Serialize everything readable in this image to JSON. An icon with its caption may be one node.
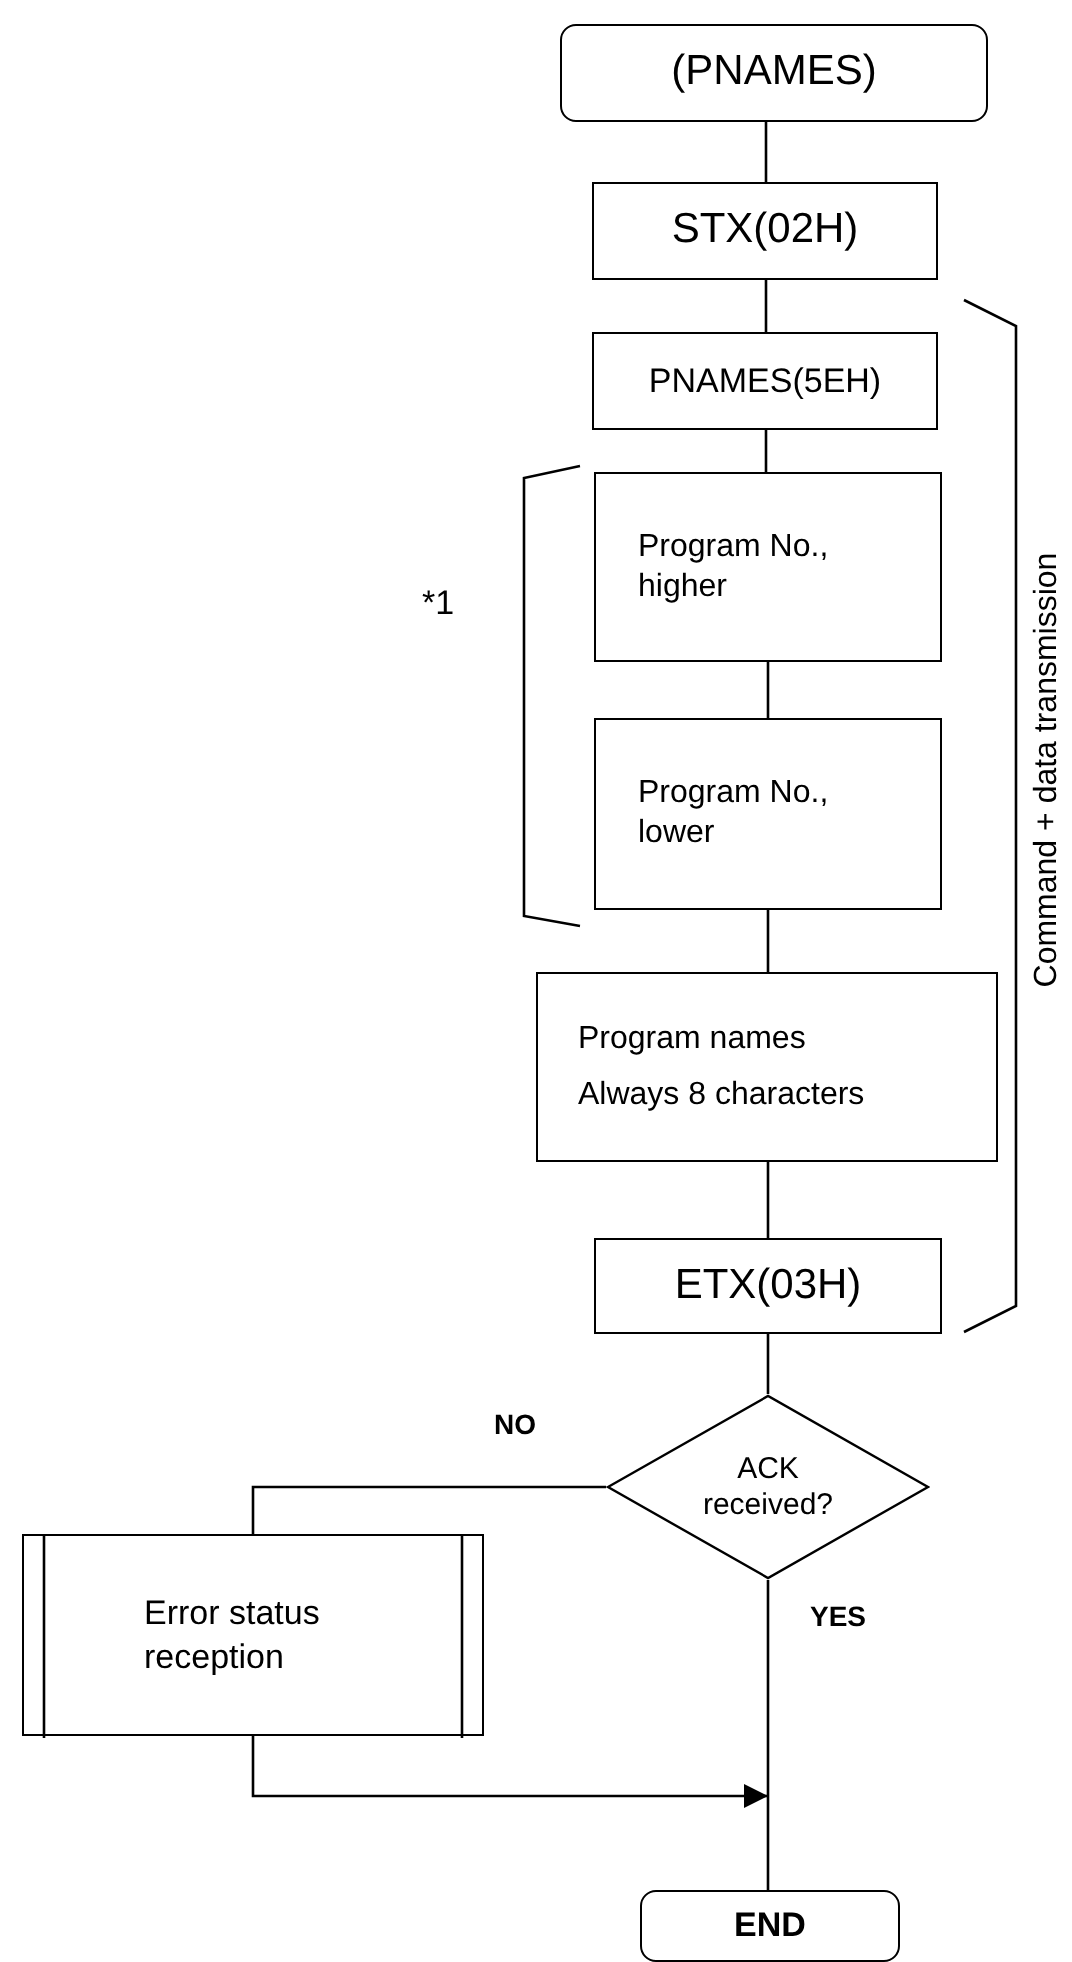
{
  "diagram": {
    "nodes": [
      {
        "text": [
          "(PNAMES)"
        ]
      },
      {
        "text": [
          "STX(02H)"
        ]
      },
      {
        "text": [
          "PNAMES(5EH)"
        ]
      },
      {
        "text": [
          "Program No., higher"
        ]
      },
      {
        "text": [
          "Program No., lower"
        ]
      },
      {
        "text": [
          "Program names",
          "Always 8 characters"
        ]
      },
      {
        "text": [
          "ETX(03H)"
        ]
      },
      {
        "text": [
          "ACK received?"
        ]
      },
      {
        "text": [
          "Error status reception"
        ]
      },
      {
        "text": [
          "END"
        ]
      }
    ],
    "edges": [
      {
        "from": 0,
        "to": 1,
        "arrow": "none"
      },
      {
        "from": 1,
        "to": 2,
        "arrow": "none"
      },
      {
        "from": 2,
        "to": 3,
        "arrow": "none"
      },
      {
        "from": 3,
        "to": 4,
        "arrow": "none"
      },
      {
        "from": 4,
        "to": 5,
        "arrow": "none"
      },
      {
        "from": 5,
        "to": 6,
        "arrow": "none"
      },
      {
        "from": 6,
        "to": 7,
        "arrow": "none"
      },
      {
        "from": 7,
        "to": 8,
        "arrow": "none",
        "label": "NO"
      },
      {
        "from": 7,
        "to": 9,
        "arrow": "none",
        "label": "YES"
      },
      {
        "from": 8,
        "to": 9,
        "arrow": "to"
      }
    ],
    "labels": [
      "*1",
      "Command + data transmission"
    ]
  }
}
